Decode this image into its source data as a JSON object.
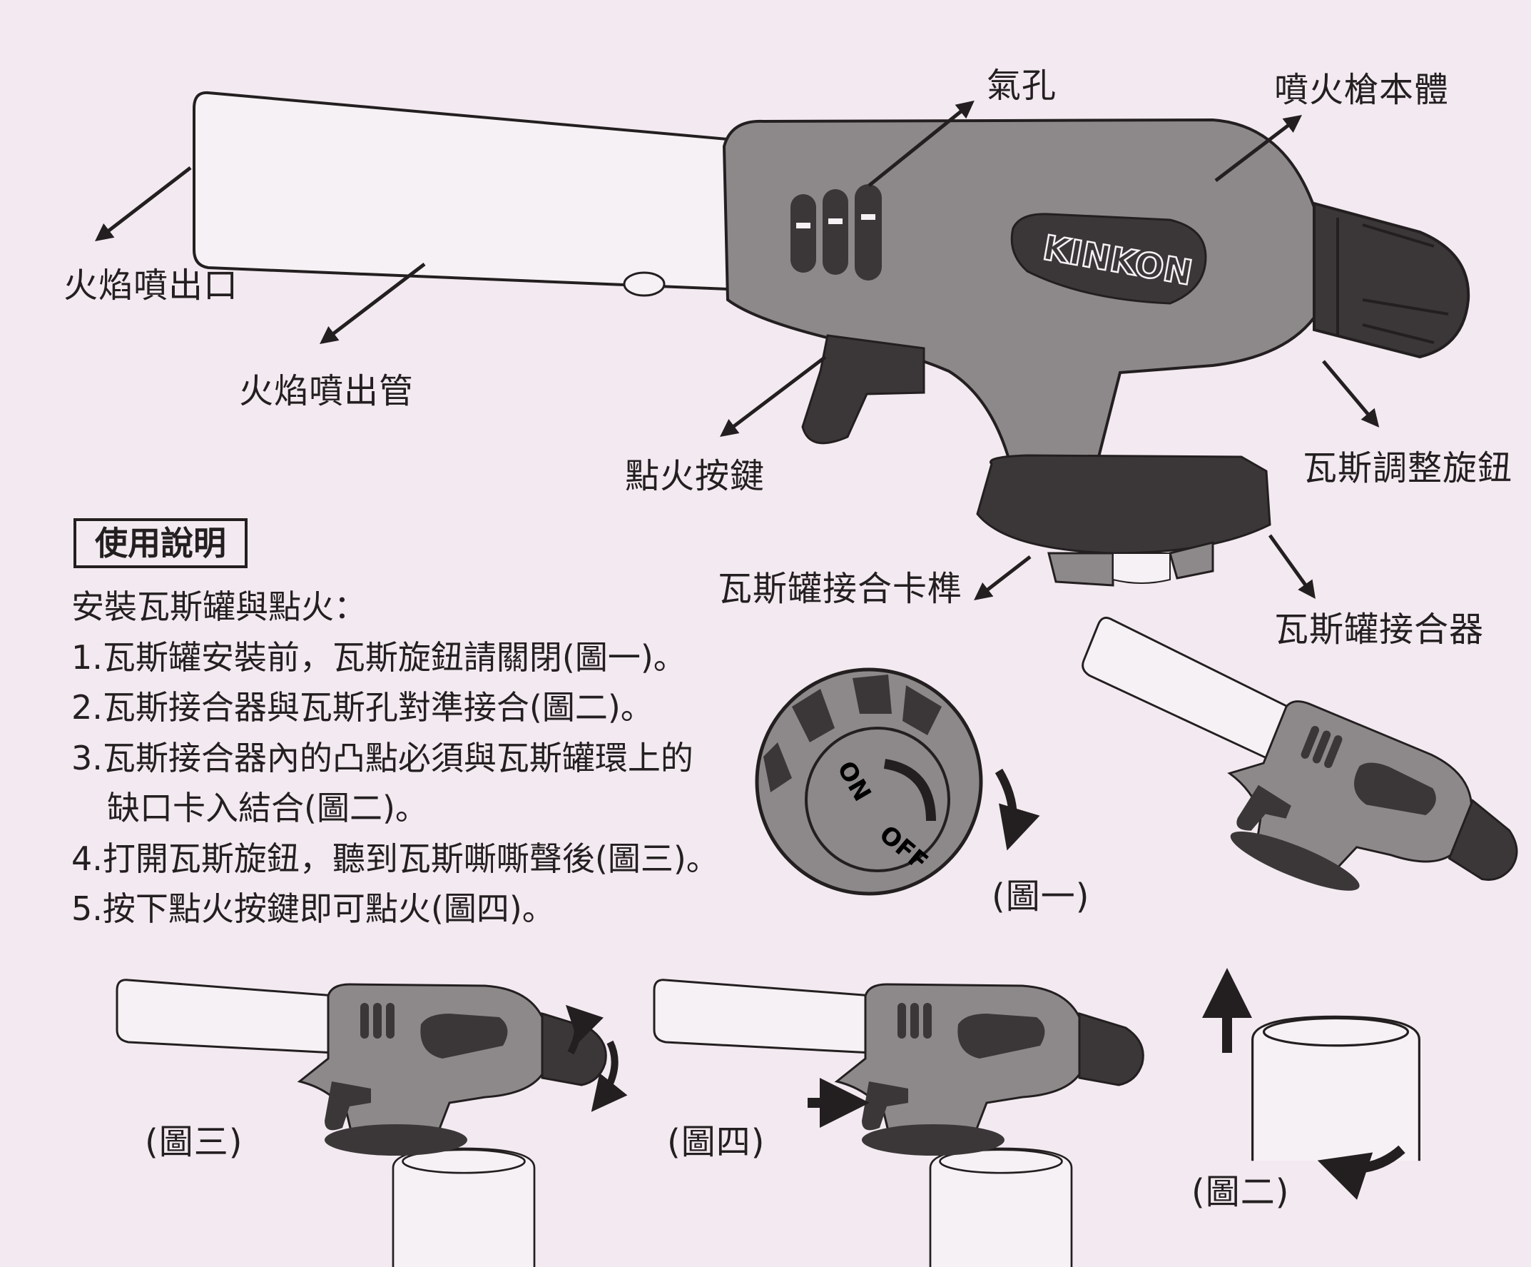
{
  "brand_logo": "KINKON",
  "parts": {
    "air_hole": "氣孔",
    "torch_body": "噴火槍本體",
    "flame_outlet": "火焰噴出口",
    "flame_tube": "火焰噴出管",
    "ignition_button": "點火按鍵",
    "gas_knob": "瓦斯調整旋鈕",
    "can_latch": "瓦斯罐接合卡榫",
    "can_adapter": "瓦斯罐接合器"
  },
  "instructions": {
    "title": "使用說明",
    "subtitle": "安裝瓦斯罐與點火：",
    "steps": [
      "1.瓦斯罐安裝前，瓦斯旋鈕請關閉(圖一)。",
      "2.瓦斯接合器與瓦斯孔對準接合(圖二)。",
      "3.瓦斯接合器內的凸點必須與瓦斯罐環上的",
      "缺口卡入結合(圖二)。",
      "4.打開瓦斯旋鈕，聽到瓦斯嘶嘶聲後(圖三)。",
      "5.按下點火按鍵即可點火(圖四)。"
    ]
  },
  "figures": {
    "fig1": "(圖一)",
    "fig2": "(圖二)",
    "fig3": "(圖三)",
    "fig4": "(圖四)",
    "knob_on": "ON",
    "knob_off": "OFF"
  },
  "colors": {
    "background": "#f3e9f0",
    "body_gray": "#8d898b",
    "dark": "#3b3739",
    "tube": "#f6f1f4"
  }
}
